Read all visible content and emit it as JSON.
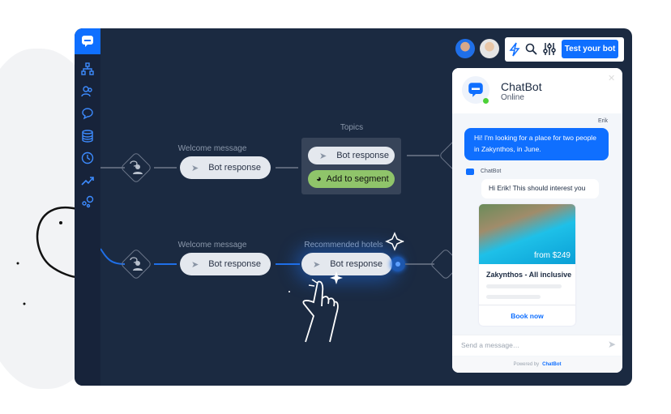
{
  "toolbar": {
    "test_button": "Test your bot",
    "icons": [
      "lightning-icon",
      "search-icon",
      "sliders-icon"
    ]
  },
  "sidebar": {
    "icons": [
      "chatbot-logo",
      "flow-icon",
      "users-icon",
      "chat-icon",
      "database-icon",
      "clock-icon",
      "trend-icon",
      "integrations-icon"
    ]
  },
  "flow": {
    "row1": {
      "welcome_label": "Welcome message",
      "bot_response": "Bot response",
      "topics_label": "Topics",
      "topic_response": "Bot response",
      "segment": "Add to segment"
    },
    "row2": {
      "welcome_label": "Welcome message",
      "bot_response": "Bot response",
      "hotels_label": "Recommended hotels",
      "hotels_response": "Bot response"
    }
  },
  "chat": {
    "name": "ChatBot",
    "status": "Online",
    "user_name": "Erik",
    "user_message": "Hi! I'm looking for a place for two people in Zakynthos, in June.",
    "bot_name": "ChatBot",
    "bot_message": "Hi Erik! This should interest you",
    "card": {
      "price": "from $249",
      "title": "Zakynthos - All inclusive",
      "button": "Book now"
    },
    "input_placeholder": "Send a message…",
    "powered_by": "Powered by",
    "brand": "ChatBot"
  },
  "colors": {
    "accent": "#0f6fff",
    "canvas": "#1b2a41",
    "segment": "#8fc46a",
    "online": "#4cd137"
  }
}
